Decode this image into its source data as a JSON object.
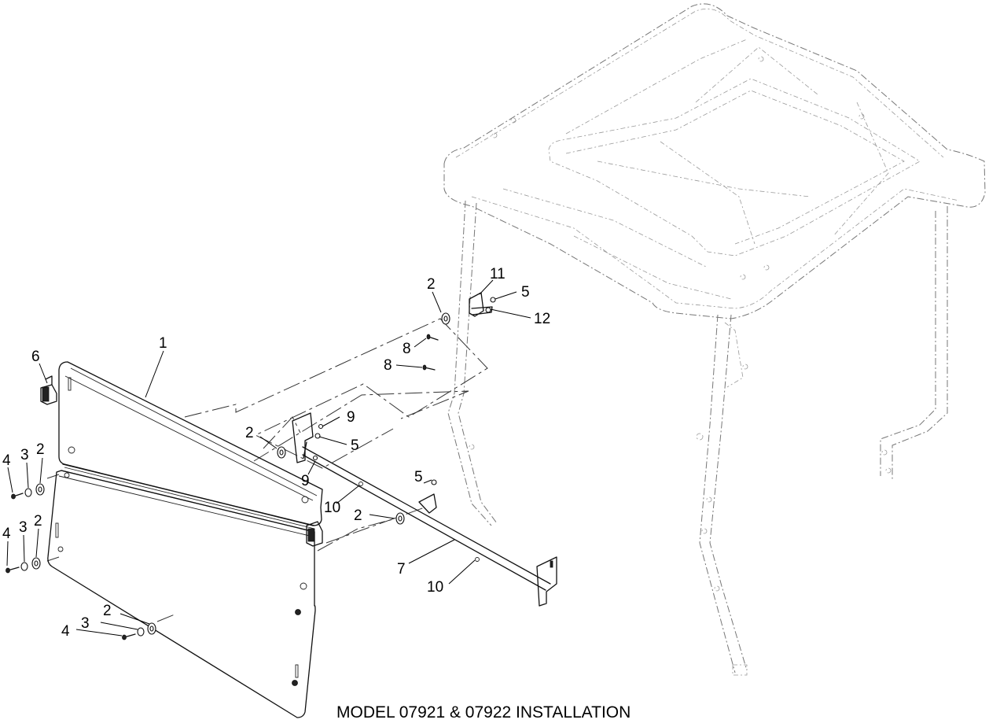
{
  "caption": "MODEL 07921 & 07922 INSTALLATION",
  "callouts": {
    "c1": "1",
    "c2a": "2",
    "c2b": "2",
    "c2c": "2",
    "c2d": "2",
    "c2e": "2",
    "c2f": "2",
    "c3a": "3",
    "c3b": "3",
    "c3c": "3",
    "c4a": "4",
    "c4b": "4",
    "c4c": "4",
    "c5a": "5",
    "c5b": "5",
    "c5c": "5",
    "c6": "6",
    "c7": "7",
    "c8a": "8",
    "c8b": "8",
    "c9a": "9",
    "c9b": "9",
    "c10a": "10",
    "c10b": "10",
    "c11": "11",
    "c12": "12"
  }
}
